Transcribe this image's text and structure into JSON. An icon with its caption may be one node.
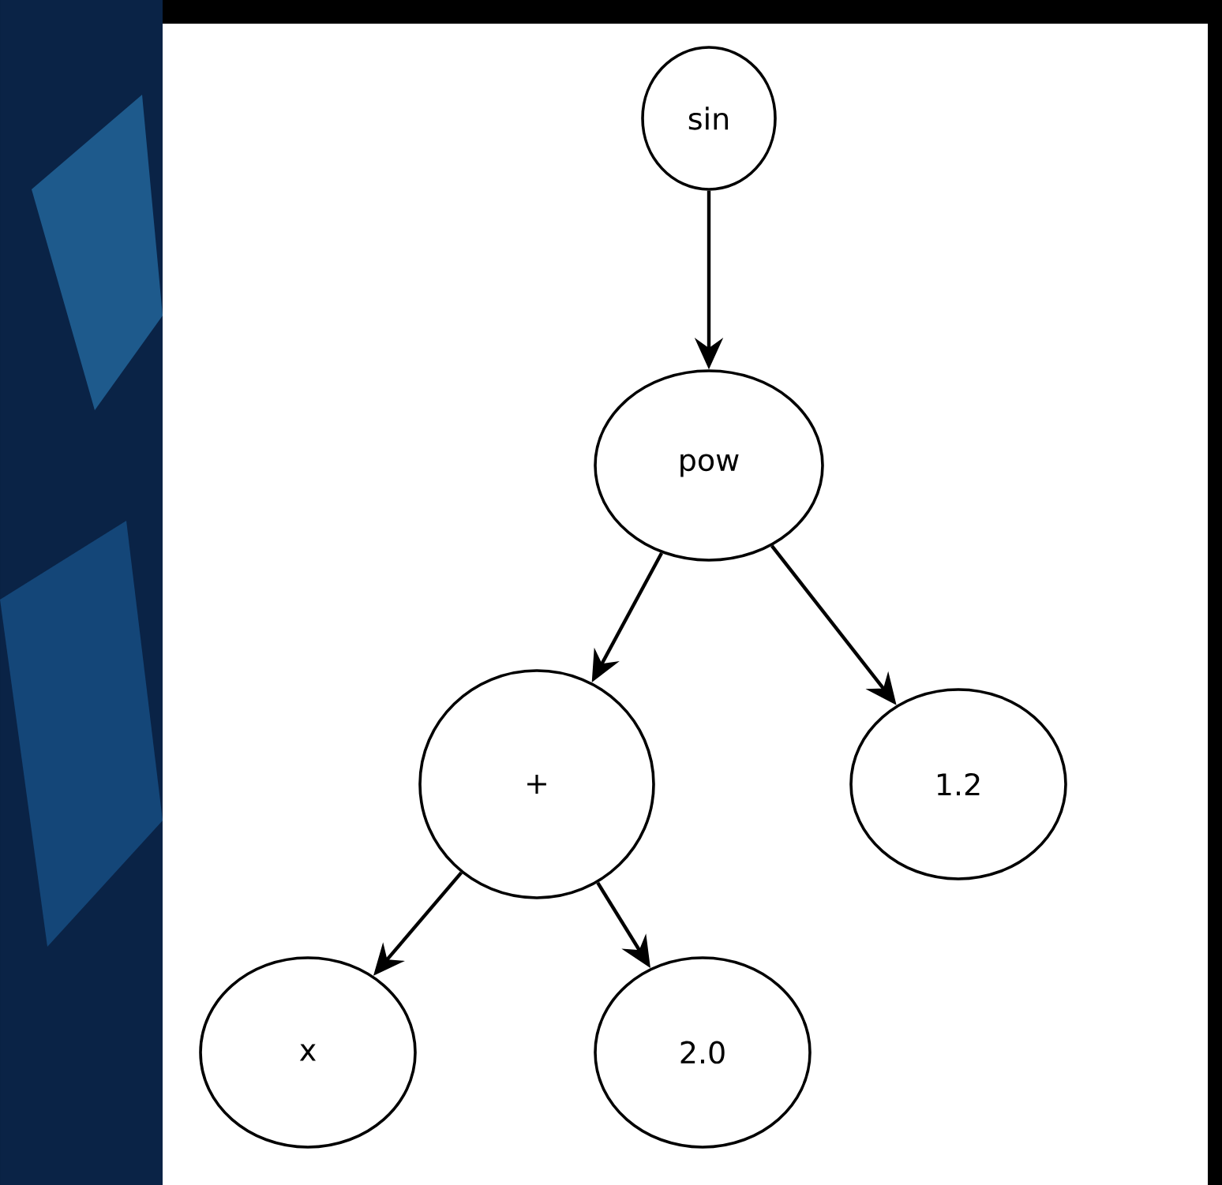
{
  "diagram": {
    "nodes": [
      {
        "text": [
          "sin"
        ]
      },
      {
        "text": [
          "pow"
        ]
      },
      {
        "text": [
          "+"
        ]
      },
      {
        "text": [
          "1.2"
        ]
      },
      {
        "text": [
          "x"
        ]
      },
      {
        "text": [
          "2.0"
        ]
      }
    ],
    "edges": [
      {
        "from": 0,
        "to": 1,
        "arrow": "to"
      },
      {
        "from": 1,
        "to": 2,
        "arrow": "to"
      },
      {
        "from": 1,
        "to": 3,
        "arrow": "to"
      },
      {
        "from": 2,
        "to": 4,
        "arrow": "to"
      },
      {
        "from": 2,
        "to": 5,
        "arrow": "to"
      }
    ]
  }
}
